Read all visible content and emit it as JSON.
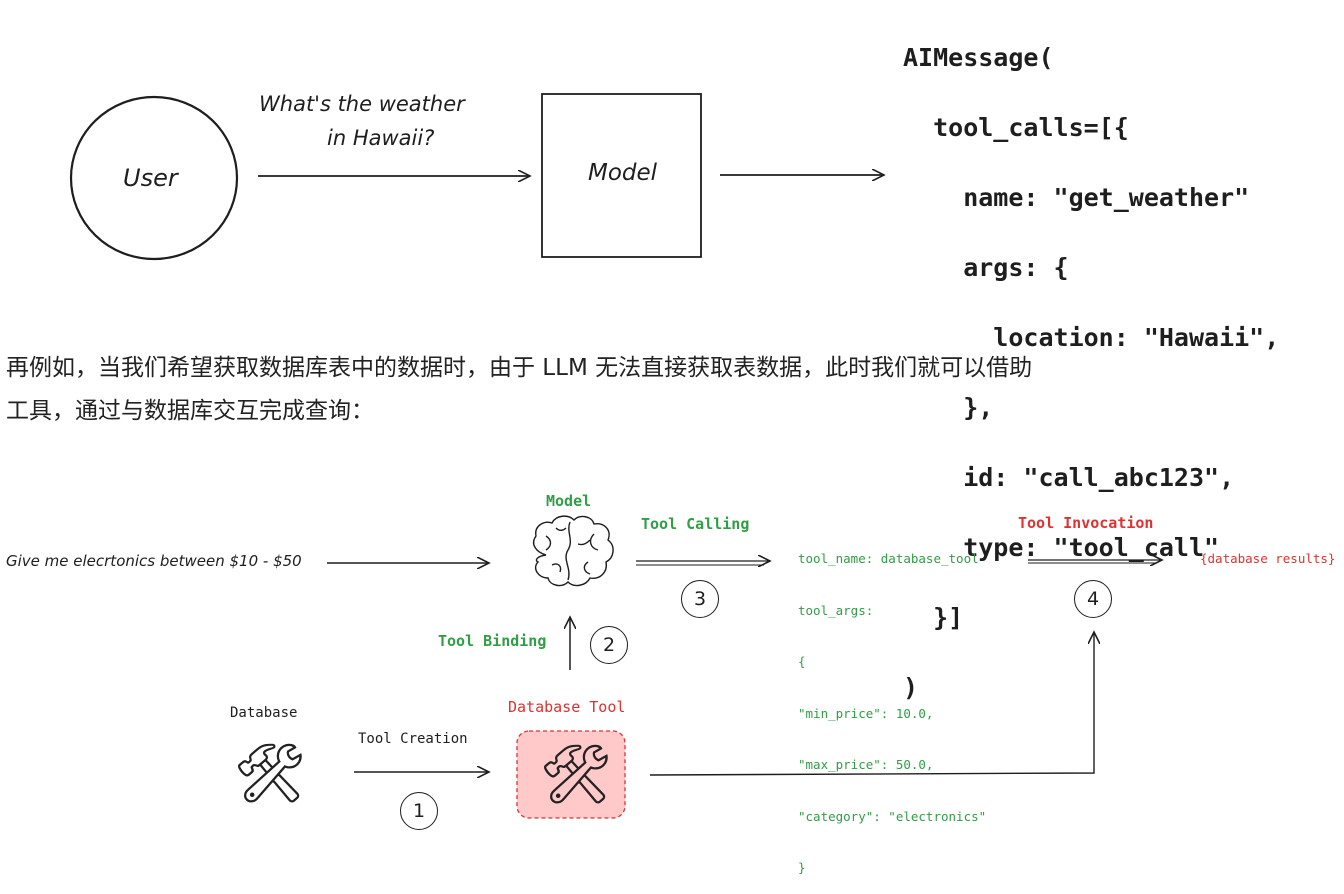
{
  "top_diagram": {
    "user_label": "User",
    "question_line1": "What's the weather",
    "question_line2": "in Hawaii?",
    "model_label": "Model",
    "code_lines": [
      "AIMessage(",
      "  tool_calls=[{",
      "    name: \"get_weather\"",
      "    args: {",
      "      location: \"Hawaii\",",
      "    },",
      "    id: \"call_abc123\",",
      "    type: \"tool_call\"",
      "  }]",
      ")"
    ]
  },
  "paragraph": {
    "line1": "再例如，当我们希望获取数据库表中的数据时，由于 LLM 无法直接获取表数据，此时我们就可以借助",
    "line2": "工具，通过与数据库交互完成查询："
  },
  "bottom_diagram": {
    "prompt": "Give me elecrtonics between $10 - $50",
    "model_label": "Model",
    "tool_calling_label": "Tool Calling",
    "tool_binding_label": "Tool Binding",
    "tool_invocation_label": "Tool Invocation",
    "tool_creation_label": "Tool Creation",
    "database_label": "Database",
    "database_tool_label": "Database Tool",
    "results_label": "{database results}",
    "step_numbers": [
      "1",
      "2",
      "3",
      "4"
    ],
    "tool_call_lines": [
      "tool_name: database_tool",
      "tool_args:",
      "{",
      "\"min_price\": 10.0,",
      "\"max_price\": 50.0,",
      "\"category\": \"electronics\"",
      "}"
    ],
    "icons": {
      "brain": "brain-icon",
      "tools": "hammer-and-wrench-icon"
    },
    "colors": {
      "green": "#2f9e44",
      "red": "#e03131",
      "tool_box_fill": "#ffc9c9",
      "tool_box_border": "#e03131"
    }
  }
}
